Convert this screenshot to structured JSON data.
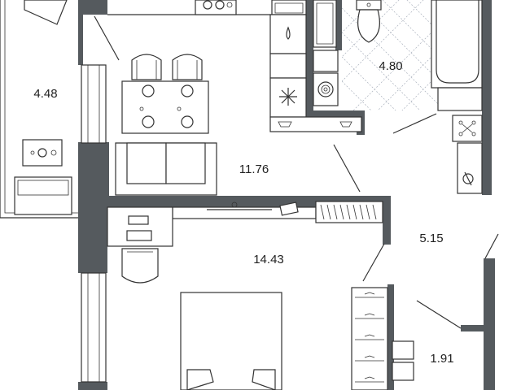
{
  "rooms": [
    {
      "id": "balcony",
      "area": "4.48"
    },
    {
      "id": "kitchen-living",
      "area": "11.76"
    },
    {
      "id": "bathroom",
      "area": "4.80"
    },
    {
      "id": "hallway",
      "area": "5.15"
    },
    {
      "id": "bedroom",
      "area": "14.43"
    },
    {
      "id": "wardrobe",
      "area": "1.91"
    }
  ],
  "colors": {
    "wall": "#555a5e",
    "line": "#333333",
    "tile": "#a9b0bc",
    "background": "#ffffff"
  }
}
